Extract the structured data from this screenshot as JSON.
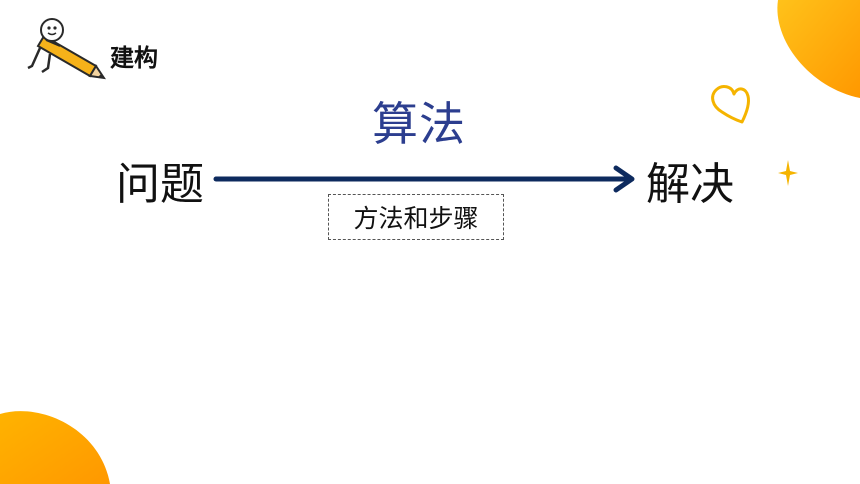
{
  "header": {
    "title": "建构"
  },
  "diagram": {
    "top_label": "算法",
    "left_word": "问题",
    "right_word": "解决",
    "box_label": "方法和步骤"
  },
  "colors": {
    "accent_orange": "#ffa500",
    "accent_yellow": "#ffc107",
    "arrow_navy": "#0d2a5e",
    "label_blue": "#2c3e8f"
  },
  "icons": {
    "logo": "pencil-character-icon",
    "heart": "heart-outline-icon",
    "sparkle": "sparkle-icon"
  }
}
